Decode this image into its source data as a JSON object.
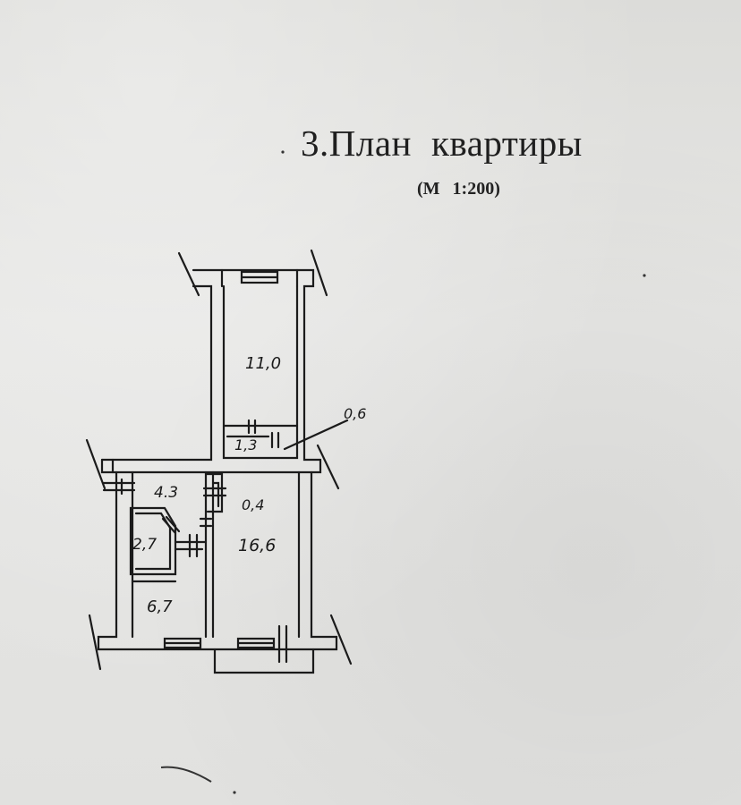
{
  "document": {
    "section_number": "3.",
    "title_word1": "План",
    "title_word2": "квартиры",
    "scale_prefix": "(М",
    "scale_value": "1:200)"
  },
  "floor_plan": {
    "rooms": [
      {
        "id": "room-top",
        "area": "11,0"
      },
      {
        "id": "pantry",
        "area": "1,3"
      },
      {
        "id": "closet-small",
        "area": "0,6"
      },
      {
        "id": "hall",
        "area": "4.3"
      },
      {
        "id": "wc",
        "area": "0,4"
      },
      {
        "id": "bathroom",
        "area": "2,7"
      },
      {
        "id": "living",
        "area": "16,6"
      },
      {
        "id": "kitchen",
        "area": "6,7"
      }
    ]
  }
}
